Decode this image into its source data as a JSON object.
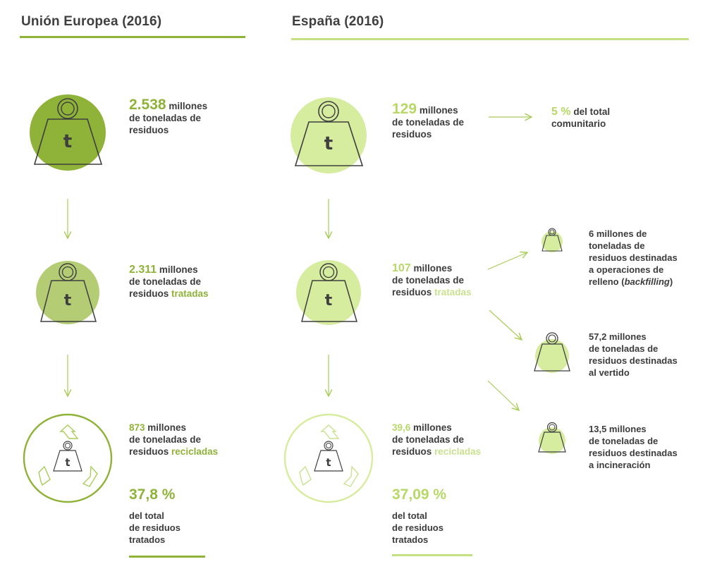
{
  "colors": {
    "eu_green": "#8fb238",
    "eu_mid": "#b4cd74",
    "spain_light": "#d6ec9e",
    "spain_accent": "#b7d867",
    "heading_rule_eu": "#8fb238",
    "heading_rule_es": "#c3e083",
    "text_dark": "#3c3c3c"
  },
  "eu": {
    "heading": "Unión Europea (2016)",
    "weight_glyph": "t",
    "total": {
      "value": "2.538",
      "line1": "millones",
      "line2": "de toneladas de",
      "line3": "residuos"
    },
    "treated": {
      "value": "2.311",
      "line1": "millones",
      "line2": "de toneladas de",
      "line3_prefix": "residuos",
      "line3_highlight": "tratadas"
    },
    "recycled": {
      "value": "873",
      "line1": "millones",
      "line2": "de toneladas de",
      "line3_prefix": "residuos",
      "line3_highlight": "recicladas"
    },
    "pct": {
      "value": "37,8 %",
      "line1": "del total",
      "line2": "de residuos",
      "line3": "tratados"
    }
  },
  "es": {
    "heading": "España (2016)",
    "weight_glyph": "t",
    "total": {
      "value": "129",
      "line1": "millones",
      "line2": "de toneladas de",
      "line3": "residuos"
    },
    "share": {
      "value": "5 %",
      "line1": "del total",
      "line2": "comunitario"
    },
    "treated": {
      "value": "107",
      "line1": "millones",
      "line2": "de toneladas de",
      "line3_prefix": "residuos",
      "line3_highlight": "tratadas"
    },
    "recycled": {
      "value": "39,6",
      "line1": "millones",
      "line2": "de toneladas de",
      "line3_prefix": "residuos",
      "line3_highlight": "recicladas"
    },
    "pct": {
      "value": "37,09 %",
      "line1": "del total",
      "line2": "de residuos",
      "line3": "tratados"
    },
    "backfilling": {
      "line1": "6 millones de",
      "line2": "toneladas de",
      "line3": "residuos destinadas",
      "line4": "a operaciones de",
      "line5_prefix": "relleno (",
      "line5_italic": "backfilling",
      "line5_suffix": ")"
    },
    "landfill": {
      "line1": "57,2 millones",
      "line2": "de toneladas de",
      "line3": "residuos destinadas",
      "line4": "al vertido"
    },
    "incineration": {
      "line1": "13,5 millones",
      "line2": "de toneladas de",
      "line3": "residuos destinadas",
      "line4": "a incineración"
    }
  }
}
